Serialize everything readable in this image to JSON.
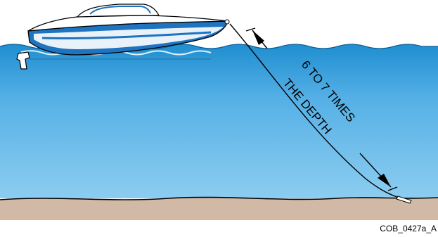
{
  "diagram": {
    "label_line1": "6 TO 7 TIMES",
    "label_line2": "THE DEPTH",
    "figure_code": "COB_0427a_A"
  },
  "colors": {
    "water_surface": "#1f8ed0",
    "water_deep": "#8ccdf0",
    "seabed": "#d1b9a6",
    "hull_blue": "#1e74c0",
    "deck_white": "#ffffff",
    "outline": "#000000"
  }
}
